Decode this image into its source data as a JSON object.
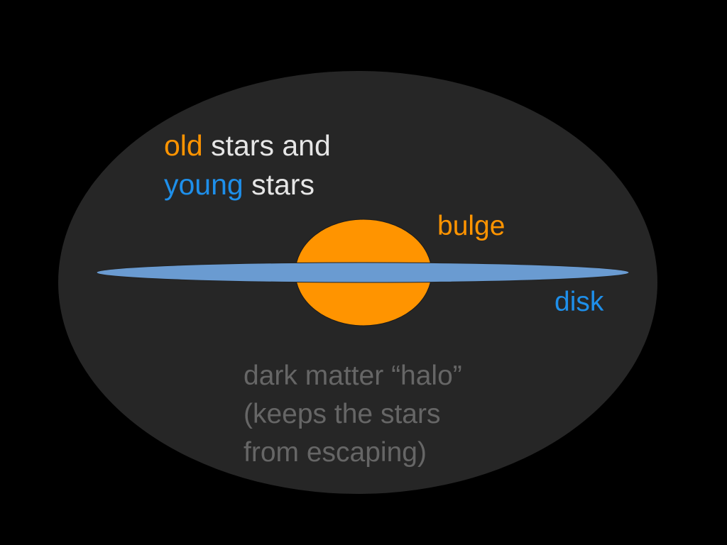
{
  "diagram": {
    "legend": {
      "line1": {
        "old_word": "old",
        "rest": " stars and"
      },
      "line2": {
        "young_word": "young",
        "rest": " stars"
      }
    },
    "labels": {
      "bulge": "bulge",
      "disk": "disk"
    },
    "halo": {
      "lines": [
        "dark matter “halo”",
        "(keeps the stars",
        "from escaping)"
      ]
    },
    "colors": {
      "background": "#000000",
      "halo_fill": "#262626",
      "bulge": "#FF9400",
      "disk": "#6A9BD1",
      "old_text": "#FF9400",
      "young_text": "#1E8FEA",
      "body_text": "#E6E6E6",
      "halo_text": "#666666"
    }
  }
}
